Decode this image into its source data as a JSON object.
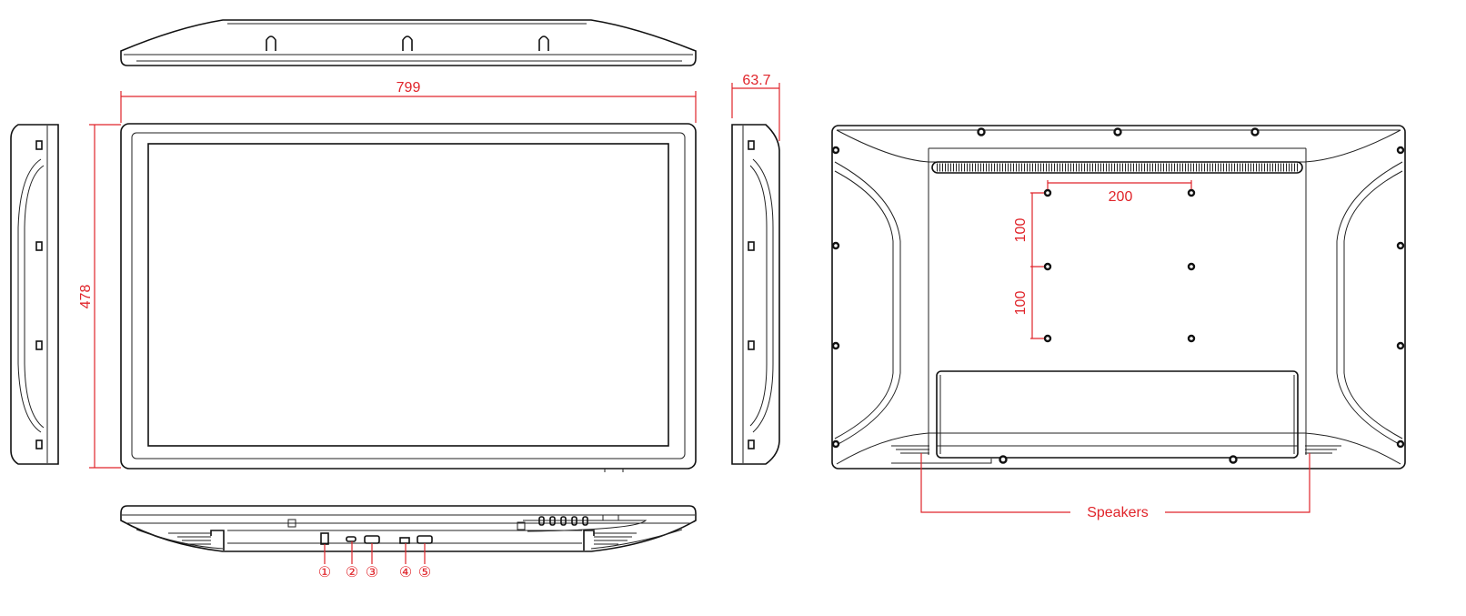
{
  "dimensions": {
    "width": "799",
    "height": "478",
    "depth": "63.7",
    "vesa_horizontal": "200",
    "vesa_vertical_upper": "100",
    "vesa_vertical_lower": "100"
  },
  "labels": {
    "speakers": "Speakers"
  },
  "ports": [
    "①",
    "②",
    "③",
    "④",
    "⑤"
  ],
  "colors": {
    "line": "#111111",
    "dimension": "#e0242a"
  }
}
